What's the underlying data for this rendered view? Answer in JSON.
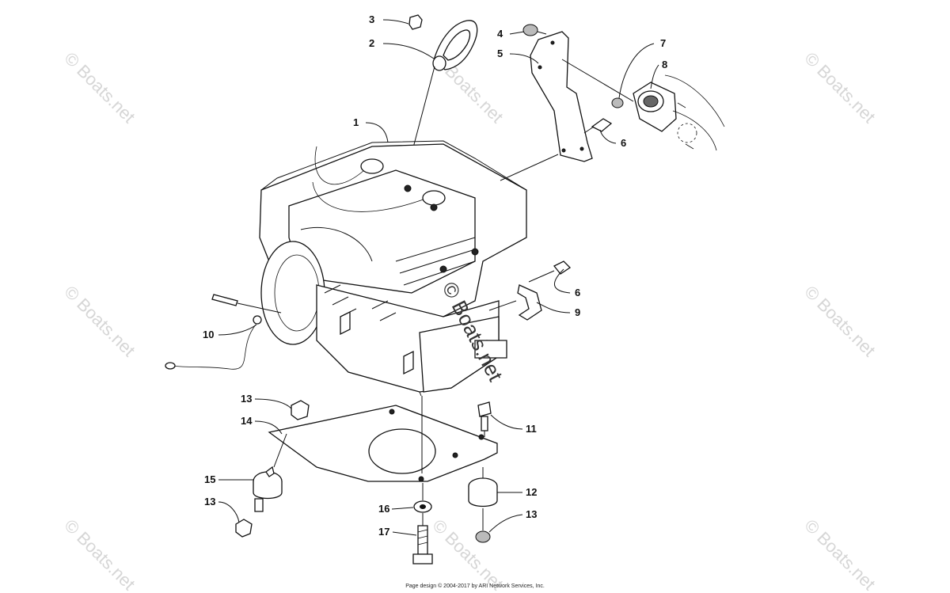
{
  "watermarks": {
    "corner": "© Boats.net",
    "center": "© Boats.net"
  },
  "callouts": [
    {
      "id": "c1",
      "label": "1"
    },
    {
      "id": "c2",
      "label": "2"
    },
    {
      "id": "c3",
      "label": "3"
    },
    {
      "id": "c4",
      "label": "4"
    },
    {
      "id": "c5",
      "label": "5"
    },
    {
      "id": "c6a",
      "label": "6"
    },
    {
      "id": "c6b",
      "label": "6"
    },
    {
      "id": "c7",
      "label": "7"
    },
    {
      "id": "c8",
      "label": "8"
    },
    {
      "id": "c9",
      "label": "9"
    },
    {
      "id": "c10",
      "label": "10"
    },
    {
      "id": "c11",
      "label": "11"
    },
    {
      "id": "c12",
      "label": "12"
    },
    {
      "id": "c13a",
      "label": "13"
    },
    {
      "id": "c13b",
      "label": "13"
    },
    {
      "id": "c13c",
      "label": "13"
    },
    {
      "id": "c14",
      "label": "14"
    },
    {
      "id": "c15",
      "label": "15"
    },
    {
      "id": "c16",
      "label": "16"
    },
    {
      "id": "c17",
      "label": "17"
    }
  ],
  "footer": {
    "text": "Page design © 2004-2017 by ARI Network Services, Inc."
  }
}
